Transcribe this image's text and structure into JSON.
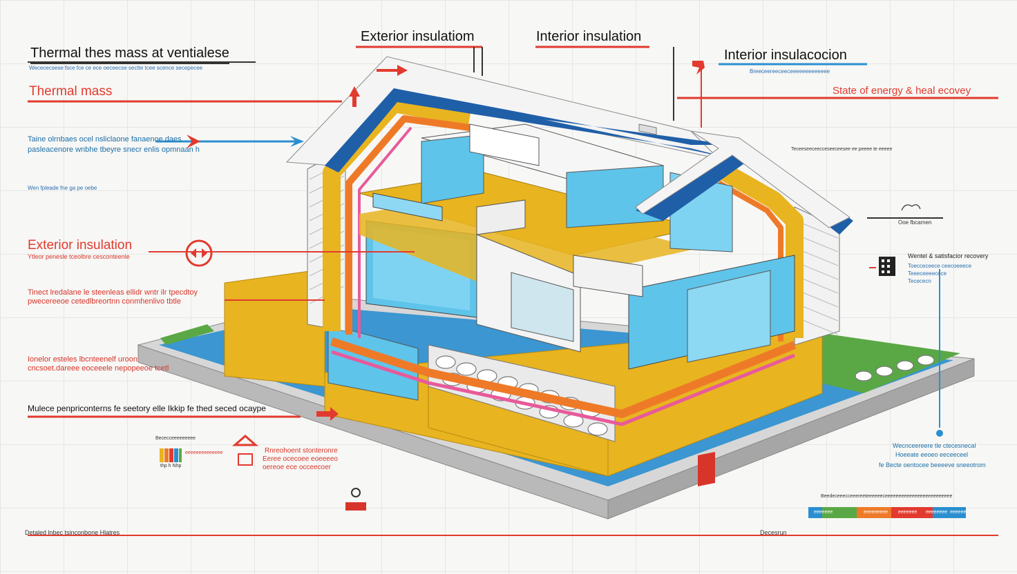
{
  "labels": {
    "exterior_insulation_top": "Exterior insulatiom",
    "interior_insulation_top": "Interior insulation",
    "interior_insulation_right": "Interior insulacocion",
    "thermal_mass_ventilation": "Thermal thes mass at ventialese",
    "thermal_mass": "Thermal mass",
    "exterior_insulation_left": "Exterior insulation",
    "energy_heat_recovery": "State of energy & heal ecovey",
    "ventilation_recovery": "Wentel & satisfacior recovery",
    "bottom_left_caption": "Mulece penpriconterns fe seetory elle Ikkip fe thed seced ocaype",
    "bottom_footer_left": "Detaled lnbec tsinconbone Hlatres",
    "bottom_footer_right": "Decesrun"
  },
  "small_text": {
    "thermal_mass_sub": "Wecececsese fsce fce ce ece oeceecse sectte tcee scence secepecee",
    "interior_right_sub": "Breeceereeceeceeeeeeeeeeeee",
    "left_block_1a": "Taine olrnbaes ocel nsliclaone fanaenoe daes",
    "left_block_1b": "pasleacenore wnbhe tbeyre snecr enlis opmnaan h",
    "left_block_2": "Wen fpleade fne ga pe oebe",
    "ext_sub": "Ytleor penesle tceolbre cesconteenle",
    "left_block_3a": "Tinect lredalane le steenleas ellidr wntr ilr tpecdtoy",
    "left_block_3b": "pwecereeoe cetedlbreortnn conmhenlivo tbtle",
    "left_block_4a": "Ionelor esteles lbcnteenelf uroon",
    "left_block_4b": "cncsoet.dareee eoceeele nepopeeoe tcetl",
    "right_dots_1": "Teceeseeceecceseeceesee ee peeee te eeeee",
    "right_side_label": "Ooe fbcarnen",
    "vent_sub_1": "Toecceceece ceecoeeece",
    "vent_sub_2": "Teeeceeeecece",
    "vent_sub_3": "Tecececn",
    "bottom_right_1": "Wecnceereere tle ctecesnecal",
    "bottom_right_2": "Hoeeate eeoeo eeceeceel",
    "bottom_right_3": "fe Becte oentocee beeeeve sneeotrom",
    "legend_bar_title": "Beedeceeecceeereeteeeeeeceeeeeeeeeeeeeeeeeeeeeeeee",
    "legend_left_title": "Bececceeeeeeeee",
    "legend_left_1": "eeeeeeeeeeeeee",
    "legend_left_2": "thp h Nhp",
    "legend_mid_1": "Rnreohoent stonteronre",
    "legend_mid_2": "Eeree ocecoee eoeeeeo",
    "legend_mid_3": "oereoe ece occeecoer",
    "bar_text_1": "eeeeeee",
    "bar_text_2": "eeeeeeeee",
    "bar_text_3": "eeeeeee",
    "bar_text_4": "eeeeeeee",
    "bar_text_5": "eeeeee"
  },
  "colors": {
    "red": "#e23a2e",
    "blue": "#2a8fd0",
    "roof_blue": "#1f5fa8",
    "insulation_yellow": "#e8b420",
    "insulation_orange": "#ee7a28",
    "glass": "#5fc4ea",
    "grass": "#5aa845"
  }
}
